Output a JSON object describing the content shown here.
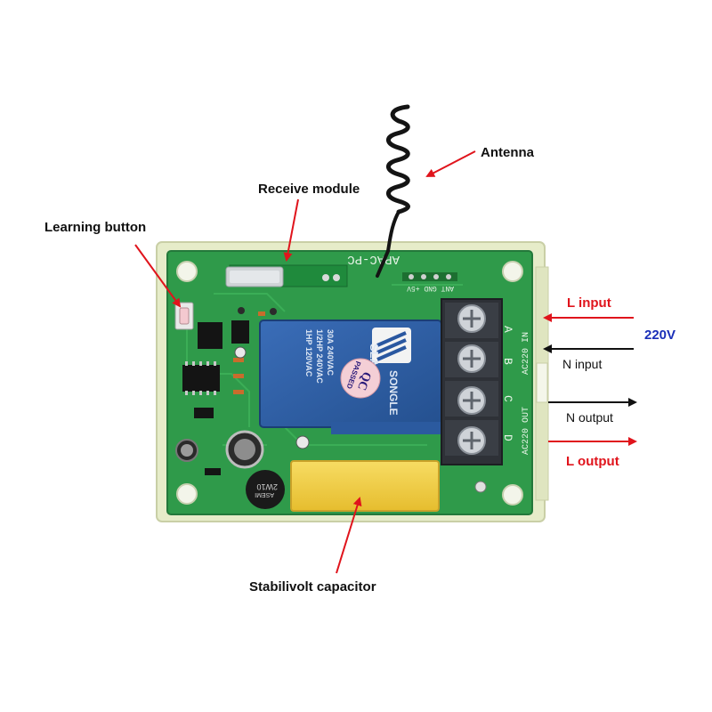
{
  "labels": {
    "antenna": "Antenna",
    "receive_module": "Receive module",
    "learning_button": "Learning button",
    "l_input": "L input",
    "n_input": "N input",
    "n_output": "N output",
    "l_output": "L output",
    "voltage": "220V",
    "stabilivolt_capacitor": "Stabilivolt capacitor"
  },
  "board": {
    "model_silk": "APAC-PC",
    "pin_silk": "ANT GND +5V",
    "terminal_letters": [
      "A",
      "B",
      "C",
      "D"
    ],
    "ac_in_silk": "AC220 IN",
    "ac_out_silk": "AC220 OUT",
    "relay_lines": [
      "30A 240VAC",
      "1/2HP 240VAC",
      "1HP 120VAC"
    ],
    "relay_brand": "SONGLE",
    "relay_model": "SLA",
    "qc_line1": "QC",
    "qc_line2": "PASSED",
    "bridge_text": "2W10",
    "bridge_brand": "ASEMI"
  },
  "colors": {
    "pcb_green": "#2f9a4a",
    "enclosure": "#e9efcf",
    "relay_blue": "#2f5fa8",
    "capacitor_yellow": "#f2cf45",
    "arrow_red": "#e0141c",
    "arrow_black": "#111111",
    "voltage_blue": "#1a2fb8"
  }
}
